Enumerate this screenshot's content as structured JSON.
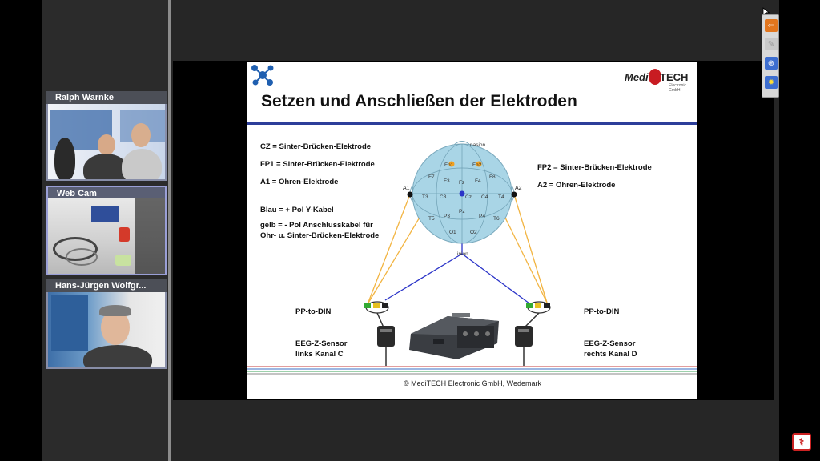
{
  "participants": [
    {
      "name": "Ralph Warnke",
      "selected": false
    },
    {
      "name": "Web Cam",
      "selected": true
    },
    {
      "name": "Hans-Jürgen Wolfgr...",
      "selected": false
    }
  ],
  "slide": {
    "title": "Setzen und Anschließen der Elektroden",
    "brand_italic": "Medi",
    "brand_bold": "TECH",
    "brand_sub": "Electronic GmbH",
    "left_labels": [
      "CZ = Sinter-Brücken-Elektrode",
      "FP1 = Sinter-Brücken-Elektrode",
      "A1 = Ohren-Elektrode"
    ],
    "right_labels": [
      "FP2 = Sinter-Brücken-Elektrode",
      "A2 = Ohren-Elektrode"
    ],
    "cable_blue": "Blau  = + Pol Y-Kabel",
    "cable_yellow_1": "gelb  = - Pol  Anschlusskabel für",
    "cable_yellow_2": "Ohr- u. Sinter-Brücken-Elektrode",
    "pp_left": "PP-to-DIN",
    "pp_right": "PP-to-DIN",
    "sensor_left_1": "EEG-Z-Sensor",
    "sensor_left_2": "links Kanal C",
    "sensor_right_1": "EEG-Z-Sensor",
    "sensor_right_2": "rechts Kanal D",
    "footer": "© MediTECH Electronic GmbH, Wedemark",
    "electrodes": {
      "nasion": "nasion",
      "inion": "inion",
      "a1": "A1",
      "a2": "A2",
      "fp1": "Fp1",
      "fp2": "Fp2",
      "f7": "F7",
      "f3": "F3",
      "fz": "Fz",
      "f4": "F4",
      "f8": "F8",
      "t3": "T3",
      "c3": "C3",
      "cz": "Cz",
      "c4": "C4",
      "t4": "T4",
      "t5": "T5",
      "p3": "P3",
      "pz": "Pz",
      "p4": "P4",
      "t6": "T6",
      "o1": "O1",
      "o2": "O2"
    }
  },
  "colors": {
    "accent_blue": "#2d3e9a",
    "electrode_yellow": "#f0a020",
    "cable_yellow": "#f2b441",
    "cable_blue": "#2b34c8",
    "head_fill": "#a9d5e6"
  },
  "toolbar": {
    "icons": [
      "back-arrow-icon",
      "pen-icon",
      "pointer-icon",
      "lightbulb-icon"
    ]
  }
}
